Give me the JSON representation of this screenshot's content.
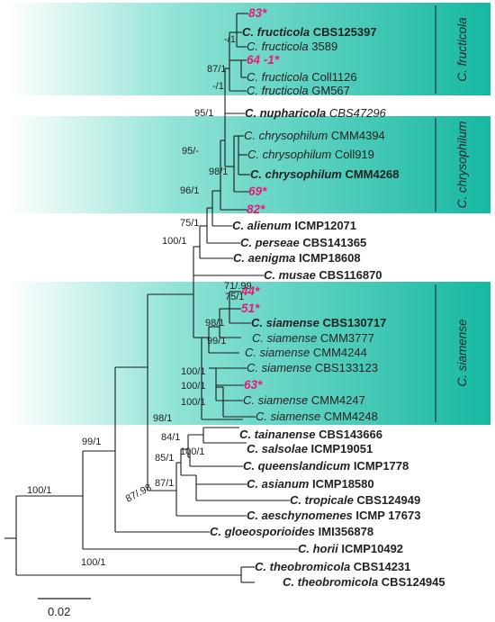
{
  "clades": [
    {
      "name": "C. fructicola"
    },
    {
      "name": "C. chrysophilum"
    },
    {
      "name": "C. siamense"
    }
  ],
  "taxa": [
    {
      "kind": "hl",
      "text": "83*"
    },
    {
      "kind": "taxon",
      "genus": "C.",
      "species": "fructicola",
      "strain": "CBS125397",
      "bold": true
    },
    {
      "kind": "taxon",
      "genus": "C.",
      "species": "fructicola",
      "strain": "3589",
      "bold": false
    },
    {
      "kind": "hl",
      "text": "64 -1*"
    },
    {
      "kind": "taxon",
      "genus": "C.",
      "species": "fructicola",
      "strain": "Coll1126",
      "bold": false
    },
    {
      "kind": "taxon",
      "genus": "C.",
      "species": "fructicola",
      "strain": "GM567",
      "bold": false
    },
    {
      "kind": "taxon",
      "genus": "C.",
      "species": "nupharicola",
      "strain": "CBS47296",
      "bold": true,
      "strain_plain_italic": true
    },
    {
      "kind": "taxon",
      "genus": "C.",
      "species": "chrysophilum",
      "strain": "CMM4394",
      "bold": false
    },
    {
      "kind": "taxon",
      "genus": "C.",
      "species": "chrysophilum",
      "strain": "Coll919",
      "bold": false
    },
    {
      "kind": "taxon",
      "genus": "C.",
      "species": "chrysophilum",
      "strain": "CMM4268",
      "bold": true,
      "strain_bold": true
    },
    {
      "kind": "hl",
      "text": "69*"
    },
    {
      "kind": "hl",
      "text": "82*"
    },
    {
      "kind": "taxon",
      "genus": "C.",
      "species": "alienum",
      "strain": "ICMP12071",
      "bold": true
    },
    {
      "kind": "taxon",
      "genus": "C.",
      "species": "perseae",
      "strain": "CBS141365",
      "bold": true
    },
    {
      "kind": "taxon",
      "genus": "C.",
      "species": "aenigma",
      "strain": "ICMP18608",
      "bold": true
    },
    {
      "kind": "taxon",
      "genus": "C.",
      "species": "musae",
      "strain": "CBS116870",
      "bold": true
    },
    {
      "kind": "hl",
      "text": "44*"
    },
    {
      "kind": "hl",
      "text": "51*"
    },
    {
      "kind": "taxon",
      "genus": "C.",
      "species": "siamense",
      "strain": "CBS130717",
      "bold": true,
      "strain_bold": true
    },
    {
      "kind": "taxon",
      "genus": "C.",
      "species": "siamense",
      "strain": "CMM3777",
      "bold": false
    },
    {
      "kind": "taxon",
      "genus": "C.",
      "species": "siamense",
      "strain": "CMM4244",
      "bold": false
    },
    {
      "kind": "taxon",
      "genus": "C.",
      "species": "siamense",
      "strain": "CBS133123",
      "bold": false
    },
    {
      "kind": "hl",
      "text": "63*"
    },
    {
      "kind": "taxon",
      "genus": "C.",
      "species": "siamense",
      "strain": "CMM4247",
      "bold": false
    },
    {
      "kind": "taxon",
      "genus": "C.",
      "species": "siamense",
      "strain": "CMM4248",
      "bold": false
    },
    {
      "kind": "taxon",
      "genus": "C.",
      "species": "tainanense",
      "strain": "CBS143666",
      "bold": true
    },
    {
      "kind": "taxon",
      "genus": "C.",
      "species": "salsolae",
      "strain": "ICMP19051",
      "bold": true
    },
    {
      "kind": "taxon",
      "genus": "C.",
      "species": "queenslandicum",
      "strain": "ICMP1778",
      "bold": true
    },
    {
      "kind": "taxon",
      "genus": "C.",
      "species": "asianum",
      "strain": "ICMP18580",
      "bold": true
    },
    {
      "kind": "taxon",
      "genus": "C.",
      "species": "tropicale",
      "strain": "CBS124949",
      "bold": true
    },
    {
      "kind": "taxon",
      "genus": "C.",
      "species": "aeschynomenes",
      "strain": "ICMP 17673",
      "bold": true
    },
    {
      "kind": "taxon",
      "genus": "C.",
      "species": "gloeosporioides",
      "strain": "IMI356878",
      "bold": true
    },
    {
      "kind": "taxon",
      "genus": "C.",
      "species": "horii",
      "strain": "ICMP10492",
      "bold": true
    },
    {
      "kind": "taxon",
      "genus": "C.",
      "species": "theobromicola",
      "strain": "CBS14231",
      "bold": true
    },
    {
      "kind": "taxon",
      "genus": "C.",
      "species": "theobromicola",
      "strain": "CBS124945",
      "bold": true
    }
  ],
  "supports": [
    "-/1",
    "87/1",
    "-/1",
    "95/1",
    "95/-",
    "98/1",
    "96/1",
    "75/1",
    "100/1",
    "71/.99",
    "75/1",
    "98/1",
    "99/1",
    "100/1",
    "100/1",
    "100/1",
    "98/1",
    "84/1",
    "100/1",
    "85/1",
    "87/1",
    "87/.98",
    "99/1",
    "100/1",
    "100/1"
  ],
  "scale": {
    "label": "0.02"
  },
  "colors": {
    "band": "#1fbfa9",
    "highlight": "#e8187a",
    "line": "#1a1a1a"
  }
}
